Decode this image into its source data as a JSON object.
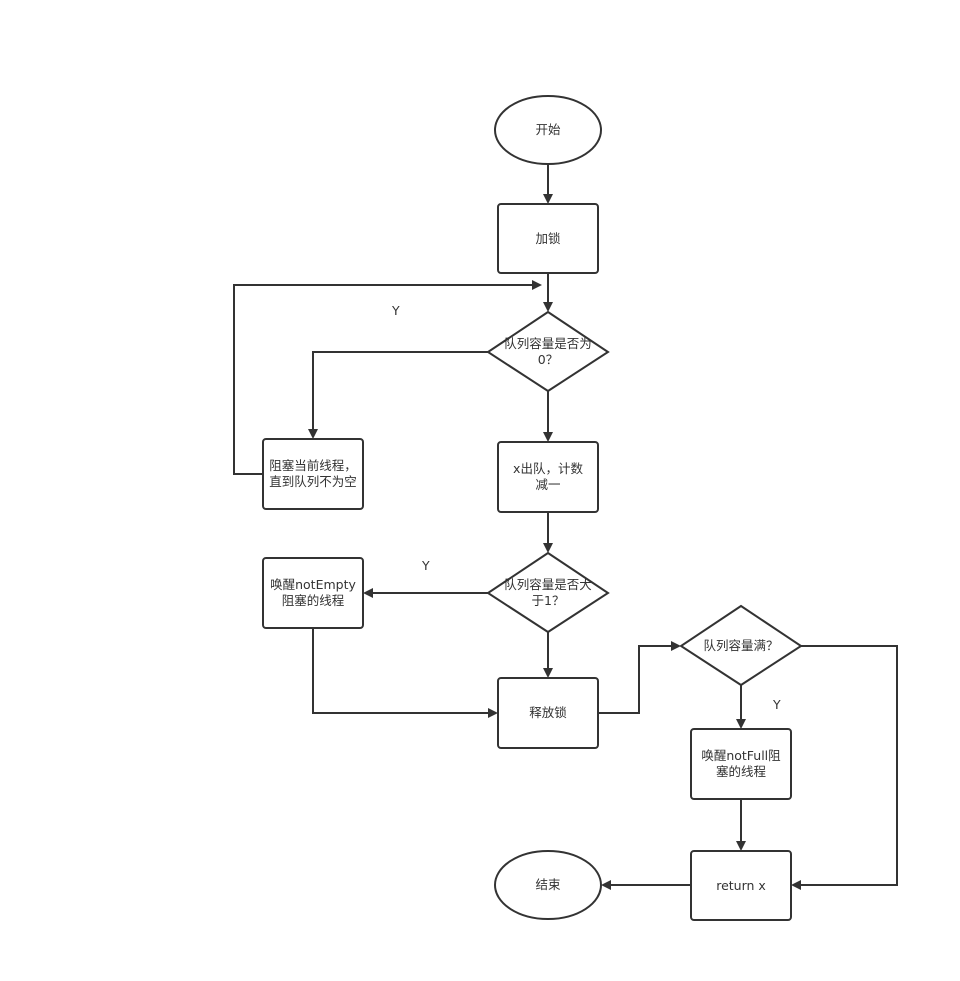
{
  "flowchart": {
    "nodes": {
      "start": {
        "text": "开始"
      },
      "lock": {
        "text": "加锁"
      },
      "check_empty": {
        "text": "队列容量是否为0？"
      },
      "block": {
        "text": "阻塞当前线程，直到队列不为空"
      },
      "dequeue": {
        "text": "x出队，计数减一"
      },
      "check_gt1": {
        "text": "队列容量是否大于1？"
      },
      "wake_empty": {
        "text": "唤醒notEmpty阻塞的线程"
      },
      "unlock": {
        "text": "释放锁"
      },
      "check_full": {
        "text": "队列容量满？"
      },
      "wake_full": {
        "text": "唤醒notFull阻塞的线程"
      },
      "return": {
        "text": "return x"
      },
      "end": {
        "text": "结束"
      }
    },
    "edge_labels": {
      "empty_yes": "Y",
      "gt1_yes": "Y",
      "full_yes": "Y"
    },
    "colors": {
      "stroke": "#333333",
      "text": "#333333",
      "fill": "#ffffff"
    }
  }
}
